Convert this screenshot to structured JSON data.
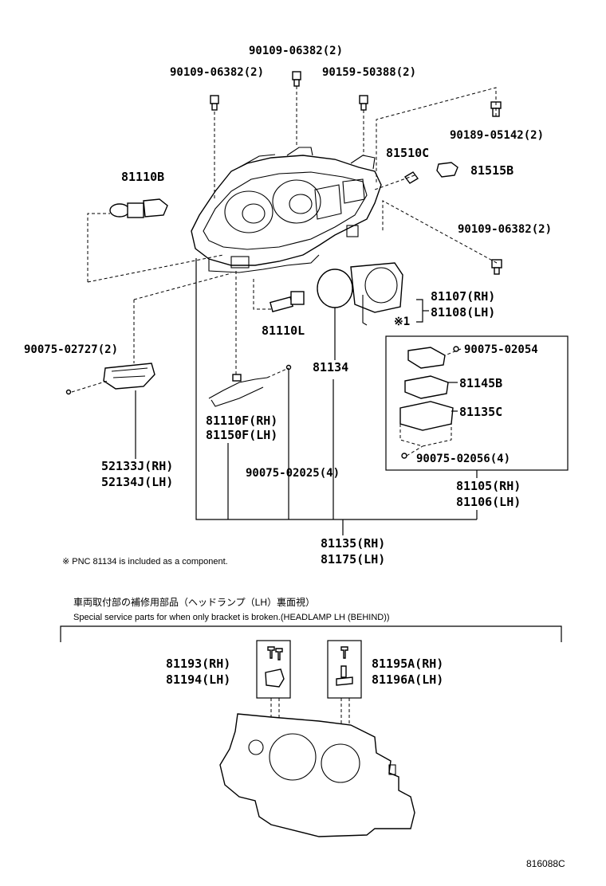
{
  "labels": {
    "top_bolt_center": "90109-06382(2)",
    "top_bolt_left": "90109-06382(2)",
    "top_screw_right": "90159-50388(2)",
    "right_nut_top": "90189-05142(2)",
    "bulb_high": "81110B",
    "socket": "81510C",
    "bulb_small": "81515B",
    "right_bolt": "90109-06382(2)",
    "computer_rh": "81107(RH)",
    "computer_lh": "81108(LH)",
    "computer_note": "※1",
    "bulb_low": "81110L",
    "gasket": "81134",
    "left_screw": "90075-02727(2)",
    "ballast_screw_top": "90075-02054",
    "ballast_gasket": "81145B",
    "ballast_cover": "81135C",
    "ballast_screw_bottom": "90075-02056(4)",
    "wire_rh": "81110F(RH)",
    "wire_lh": "81150F(LH)",
    "bracket_rh": "52133J(RH)",
    "bracket_lh": "52134J(LH)",
    "wire_screw": "90075-02025(4)",
    "ballast_rh": "81105(RH)",
    "ballast_lh": "81106(LH)",
    "assembly_rh": "81135(RH)",
    "assembly_lh": "81175(LH)"
  },
  "footnote": "※ PNC 81134 is included as a component.",
  "section": {
    "title_jp": "車両取付部の補修用部品（ヘッドランプ（LH）裏面視）",
    "title_en": "Special service parts for when only bracket is broken.(HEADLAMP LH (BEHIND))",
    "left_rh": "81193(RH)",
    "left_lh": "81194(LH)",
    "right_rh": "81195A(RH)",
    "right_lh": "81196A(LH)"
  },
  "figure_code": "816088C"
}
